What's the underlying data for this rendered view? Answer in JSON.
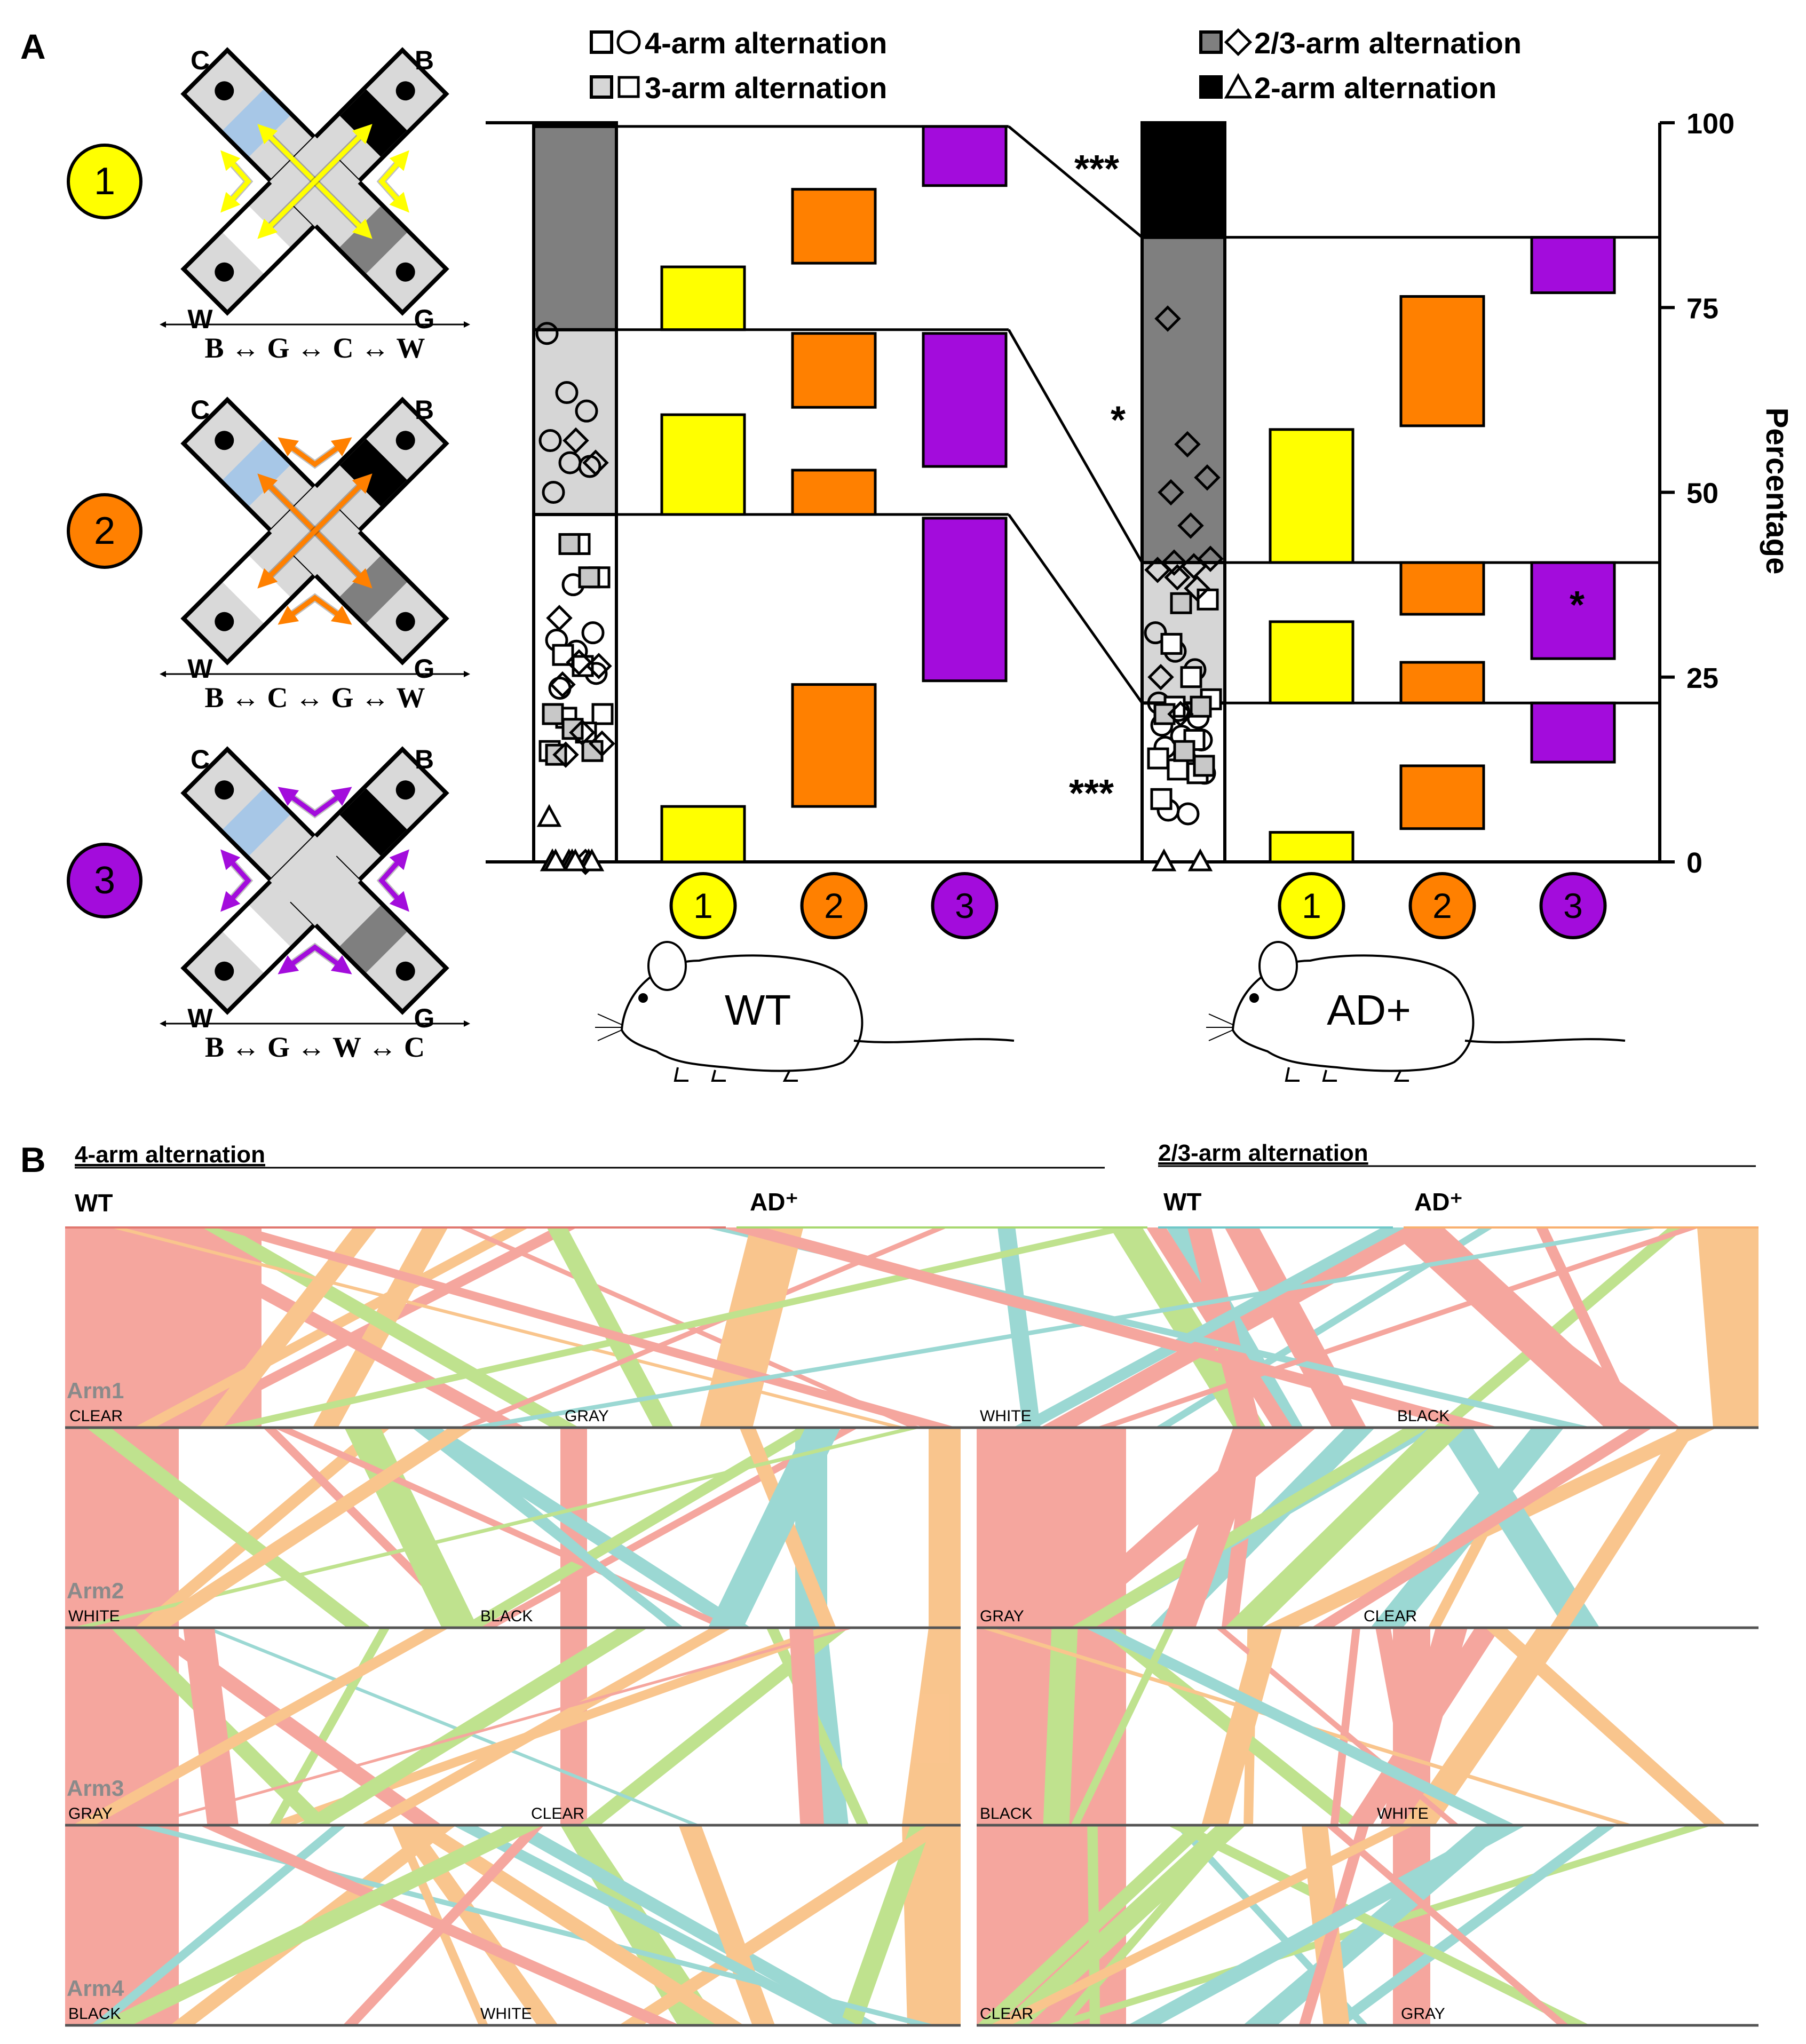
{
  "panel_a": {
    "label": "A",
    "legend": [
      {
        "text": "4-arm alternation",
        "symbols": "open-square-circle",
        "fill": "#ffffff"
      },
      {
        "text": "3-arm alternation",
        "symbols": "gray-square-open-square",
        "fill": "#d6d6d6"
      },
      {
        "text": "2/3-arm alternation",
        "symbols": "darkgray-square-diamond",
        "fill": "#7f7f7f"
      },
      {
        "text": "2-arm alternation",
        "symbols": "black-square-triangle",
        "fill": "#000000"
      }
    ],
    "mazes": [
      {
        "number": "1",
        "color": "#ffff00",
        "arrow_color": "#ffff00",
        "arm_letters": [
          "C",
          "B",
          "W",
          "G"
        ],
        "sequence": "B ↔ G ↔ C ↔ W"
      },
      {
        "number": "2",
        "color": "#ff8000",
        "arrow_color": "#ff8000",
        "arm_letters": [
          "C",
          "B",
          "W",
          "G"
        ],
        "sequence": "B ↔ C ↔ G ↔ W"
      },
      {
        "number": "3",
        "color": "#a30cdc",
        "arrow_color": "#a30cdc",
        "arm_letters": [
          "C",
          "B",
          "W",
          "G"
        ],
        "sequence": "B ↔ G ↔ W ↔ C"
      }
    ],
    "arm_colors": {
      "C": "#a7c7e7",
      "B": "#000000",
      "W": "#ffffff",
      "G": "#7f7f7f"
    },
    "groups": [
      {
        "name": "WT",
        "x_labels": [
          "1",
          "2",
          "3"
        ]
      },
      {
        "name": "AD+",
        "x_labels": [
          "1",
          "2",
          "3"
        ]
      }
    ],
    "significance": [
      {
        "text": "***",
        "where": "2-arm alternation"
      },
      {
        "text": "*",
        "where": "2/3-arm alternation"
      },
      {
        "text": "***",
        "where": "4-arm alternation"
      },
      {
        "text": "*",
        "where": "AD+ maze 3, 3-arm alternation"
      }
    ]
  },
  "chart_data": [
    {
      "type": "bar",
      "subtype": "stacked bar with floating range bars",
      "ylabel": "Percentage",
      "ylim": [
        0,
        100
      ],
      "yticks": [
        0,
        25,
        50,
        75,
        100
      ],
      "axis_side": "right",
      "stack_order_bottom_to_top": [
        "4-arm alternation",
        "3-arm alternation",
        "2/3-arm alternation",
        "2-arm alternation"
      ],
      "stacked_bars": [
        {
          "group": "WT",
          "segments": [
            {
              "name": "4-arm alternation",
              "from": 0,
              "to": 47,
              "color": "#ffffff"
            },
            {
              "name": "3-arm alternation",
              "from": 47,
              "to": 72,
              "color": "#d6d6d6"
            },
            {
              "name": "2/3-arm alternation",
              "from": 72,
              "to": 99.5,
              "color": "#7f7f7f"
            },
            {
              "name": "2-arm alternation",
              "from": 99.5,
              "to": 100,
              "color": "#000000"
            }
          ]
        },
        {
          "group": "AD+",
          "segments": [
            {
              "name": "4-arm alternation",
              "from": 0,
              "to": 21.5,
              "color": "#ffffff"
            },
            {
              "name": "3-arm alternation",
              "from": 21.5,
              "to": 40.5,
              "color": "#d6d6d6"
            },
            {
              "name": "2/3-arm alternation",
              "from": 40.5,
              "to": 84.5,
              "color": "#7f7f7f"
            },
            {
              "name": "2-arm alternation",
              "from": 84.5,
              "to": 100,
              "color": "#000000"
            }
          ]
        }
      ],
      "range_bars": [
        {
          "group": "WT",
          "maze": "1",
          "color": "#ffff00",
          "ranges": [
            [
              0,
              7.5
            ],
            [
              47,
              60.5
            ],
            [
              72,
              80.5
            ]
          ]
        },
        {
          "group": "WT",
          "maze": "2",
          "color": "#ff8000",
          "ranges": [
            [
              7.5,
              24
            ],
            [
              47,
              53
            ],
            [
              61.5,
              71.5
            ],
            [
              81,
              91
            ]
          ]
        },
        {
          "group": "WT",
          "maze": "3",
          "color": "#a30cdc",
          "ranges": [
            [
              24.5,
              46.5
            ],
            [
              53.5,
              71.5
            ],
            [
              91.5,
              99.5
            ]
          ]
        },
        {
          "group": "AD+",
          "maze": "1",
          "color": "#ffff00",
          "ranges": [
            [
              0,
              4
            ],
            [
              21.5,
              32.5
            ],
            [
              40.5,
              58.5
            ]
          ]
        },
        {
          "group": "AD+",
          "maze": "2",
          "color": "#ff8000",
          "ranges": [
            [
              4.5,
              13
            ],
            [
              21.5,
              27
            ],
            [
              33.5,
              40.5
            ],
            [
              59,
              76.5
            ]
          ]
        },
        {
          "group": "AD+",
          "maze": "3",
          "color": "#a30cdc",
          "ranges": [
            [
              13.5,
              21.5
            ],
            [
              27.5,
              40.5
            ],
            [
              77,
              84.5
            ]
          ]
        }
      ],
      "connector_levels": {
        "WT": [
          47,
          72,
          99.5
        ],
        "AD+": [
          21.5,
          40.5,
          84.5
        ]
      },
      "points": {
        "WT": {
          "circles": [
            71.5,
            63.5,
            61,
            57,
            54,
            53.5,
            50,
            37.5,
            31,
            30,
            28.5,
            25.5,
            23.5
          ],
          "open_squares": [
            43,
            38.5,
            28,
            26.5,
            20,
            19.5,
            17.5,
            15
          ],
          "diamonds": [
            57,
            54,
            33,
            27,
            26.5,
            24,
            17.5,
            16,
            14.5,
            0
          ],
          "gray_squares": [
            43,
            38.5,
            20,
            18,
            15,
            14.5
          ],
          "triangles": [
            6,
            0,
            0,
            0,
            0,
            0,
            0,
            0
          ]
        },
        "AD+": {
          "circles": [
            31,
            28.5,
            26,
            21.5,
            20.5,
            19.5,
            18.5,
            17,
            16.5,
            15.5,
            14,
            12,
            7,
            6.5
          ],
          "open_squares": [
            35.5,
            29.5,
            25,
            22,
            21,
            16.5,
            14,
            12.5,
            12,
            8.5
          ],
          "diamonds": [
            73.5,
            56.5,
            52,
            50,
            45.5,
            41,
            40.5,
            40,
            39.5,
            38.5,
            37,
            25,
            20
          ],
          "gray_squares": [
            35,
            21,
            20,
            15,
            13
          ],
          "triangles": [
            0,
            0
          ]
        }
      }
    },
    {
      "type": "parallel-sets",
      "title": "4-arm alternation",
      "columns": [
        "WT",
        "AD⁺"
      ],
      "axes": [
        "Arm1",
        "Arm2",
        "Arm3",
        "Arm4"
      ],
      "color_legend": {
        "Arm1 CLEAR": "#f08070",
        "Arm1 GRAY": "#a8d870",
        "Arm1 WHITE": "#70c8c8",
        "Arm1 BLACK": "#f8b070"
      }
    },
    {
      "type": "parallel-sets",
      "title": "2/3-arm alternation",
      "columns": [
        "WT",
        "AD⁺"
      ]
    }
  ],
  "panel_b": {
    "label": "B",
    "sections": [
      {
        "title": "4-arm alternation",
        "group_labels": [
          "WT",
          "AD⁺"
        ],
        "axis_names": [
          "Arm1",
          "Arm2",
          "Arm3",
          "Arm4"
        ],
        "axes": [
          [
            "CLEAR",
            "GRAY",
            "WHITE",
            "BLACK"
          ],
          [
            "WHITE",
            "BLACK"
          ],
          [
            "GRAY",
            "CLEAR"
          ],
          [
            "BLACK",
            "WHITE"
          ]
        ]
      },
      {
        "title": "2/3-arm alternation",
        "group_labels": [
          "WT",
          "AD⁺"
        ],
        "axes": [
          [],
          [
            "GRAY",
            "CLEAR"
          ],
          [
            "BLACK",
            "WHITE"
          ],
          [
            "CLEAR",
            "GRAY"
          ]
        ]
      }
    ],
    "flow_colors": [
      "#f4978e",
      "#b4de7b",
      "#8ad2cc",
      "#f9bb7a"
    ]
  }
}
